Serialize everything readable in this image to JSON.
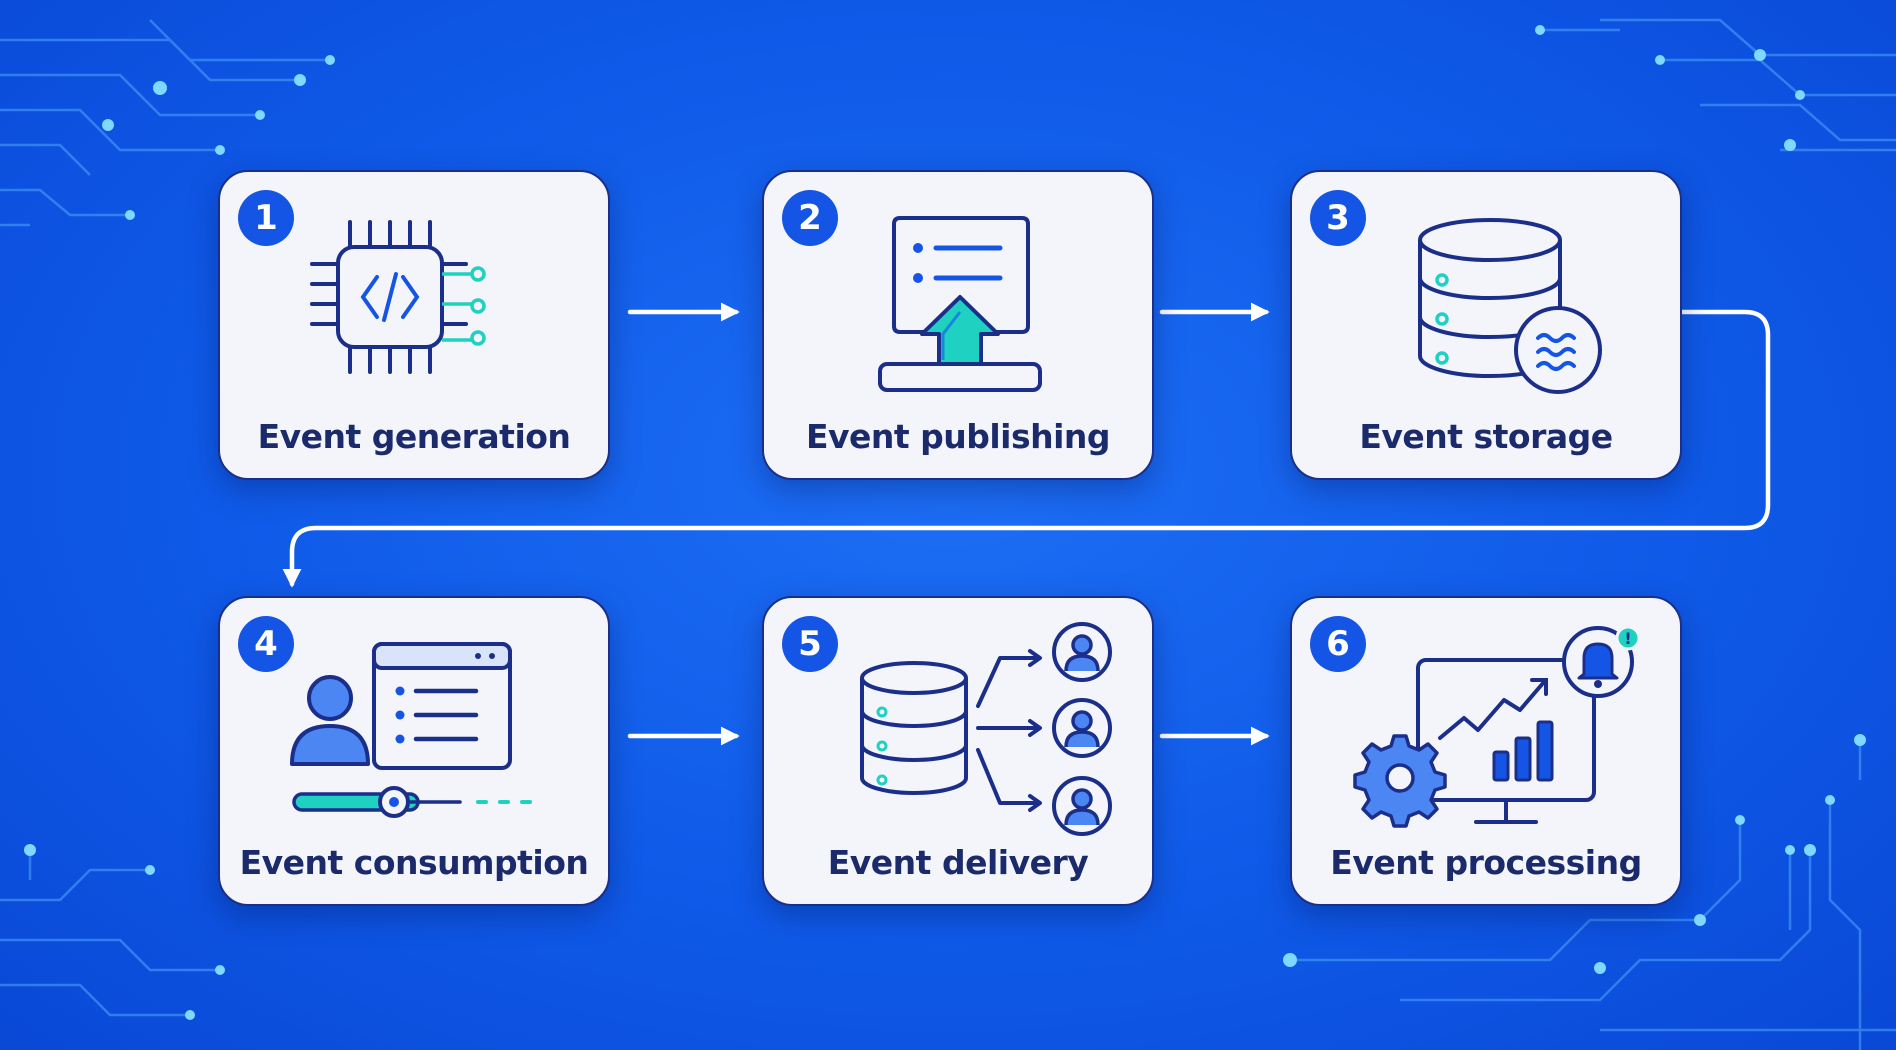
{
  "steps": [
    {
      "number": "1",
      "label": "Event generation",
      "icon": "chip-code-icon"
    },
    {
      "number": "2",
      "label": "Event publishing",
      "icon": "publish-upload-icon"
    },
    {
      "number": "3",
      "label": "Event storage",
      "icon": "database-stream-icon"
    },
    {
      "number": "4",
      "label": "Event consumption",
      "icon": "user-window-icon"
    },
    {
      "number": "5",
      "label": "Event delivery",
      "icon": "database-distribution-icon"
    },
    {
      "number": "6",
      "label": "Event processing",
      "icon": "dashboard-analytics-icon"
    }
  ],
  "colors": {
    "background": "#0f5ae8",
    "card": "#f3f5fb",
    "outline": "#1b2f8a",
    "accent_blue": "#2563eb",
    "accent_cyan": "#1fd1c1",
    "connector": "#ffffff"
  }
}
